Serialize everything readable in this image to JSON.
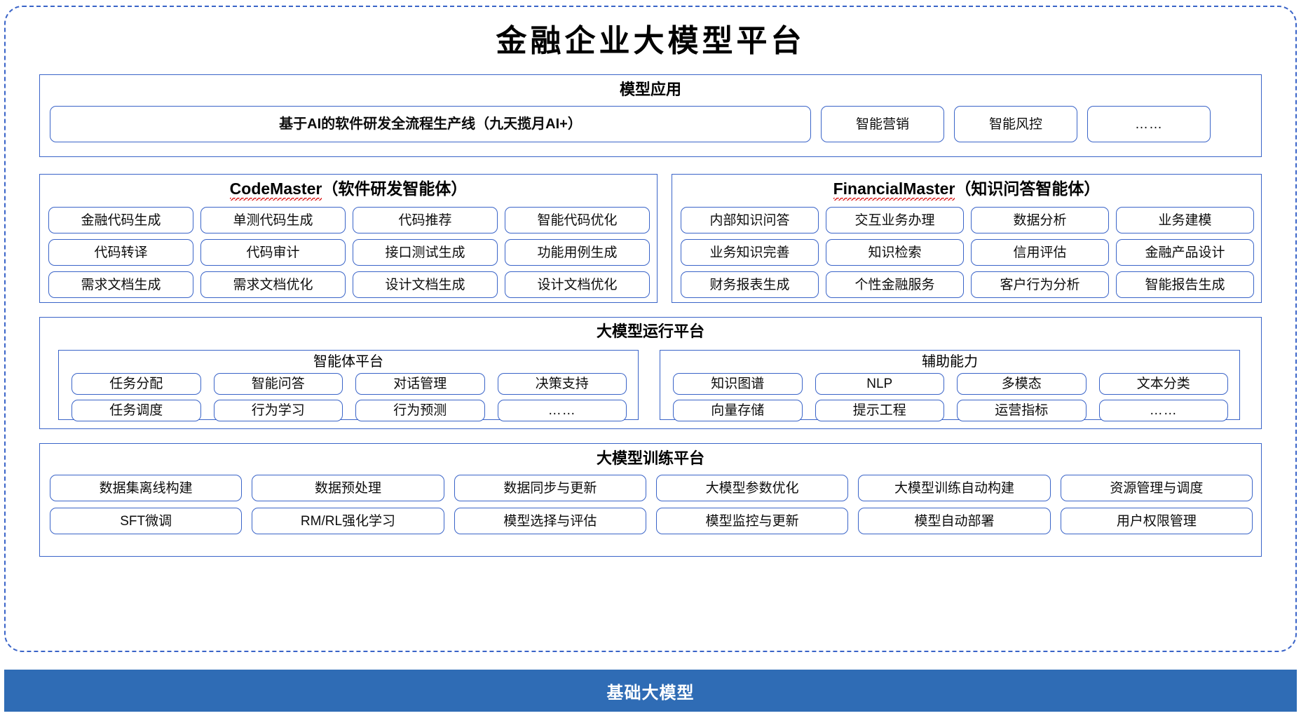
{
  "colors": {
    "frame_border": "#3a64c8",
    "pill_border": "#3a64c8",
    "base_bar_bg": "#2f6cb5",
    "spellcheck_underline": "#d91b1b",
    "text": "#000000"
  },
  "title": "金融企业大模型平台",
  "model_application": {
    "title": "模型应用",
    "primary": "基于AI的软件研发全流程生产线（九天揽月AI+）",
    "items": [
      "智能营销",
      "智能风控",
      "……"
    ]
  },
  "agents": {
    "code_master": {
      "name": "CodeMaster",
      "suffix": "（软件研发智能体）",
      "items": [
        "金融代码生成",
        "单测代码生成",
        "代码推荐",
        "智能代码优化",
        "代码转译",
        "代码审计",
        "接口测试生成",
        "功能用例生成",
        "需求文档生成",
        "需求文档优化",
        "设计文档生成",
        "设计文档优化"
      ]
    },
    "financial_master": {
      "name": "FinancialMaster",
      "suffix": "（知识问答智能体）",
      "items": [
        "内部知识问答",
        "交互业务办理",
        "数据分析",
        "业务建模",
        "业务知识完善",
        "知识检索",
        "信用评估",
        "金融产品设计",
        "财务报表生成",
        "个性金融服务",
        "客户行为分析",
        "智能报告生成"
      ]
    }
  },
  "runtime_platform": {
    "title": "大模型运行平台",
    "agent_framework": {
      "title": "智能体平台",
      "items": [
        "任务分配",
        "智能问答",
        "对话管理",
        "决策支持",
        "任务调度",
        "行为学习",
        "行为预测",
        "……"
      ]
    },
    "auxiliary": {
      "title": "辅助能力",
      "items": [
        "知识图谱",
        "NLP",
        "多模态",
        "文本分类",
        "向量存储",
        "提示工程",
        "运营指标",
        "……"
      ]
    }
  },
  "training_platform": {
    "title": "大模型训练平台",
    "items": [
      "数据集离线构建",
      "数据预处理",
      "数据同步与更新",
      "大模型参数优化",
      "大模型训练自动构建",
      "资源管理与调度",
      "SFT微调",
      "RM/RL强化学习",
      "模型选择与评估",
      "模型监控与更新",
      "模型自动部署",
      "用户权限管理"
    ]
  },
  "base_model_bar": {
    "label": "基础大模型"
  }
}
